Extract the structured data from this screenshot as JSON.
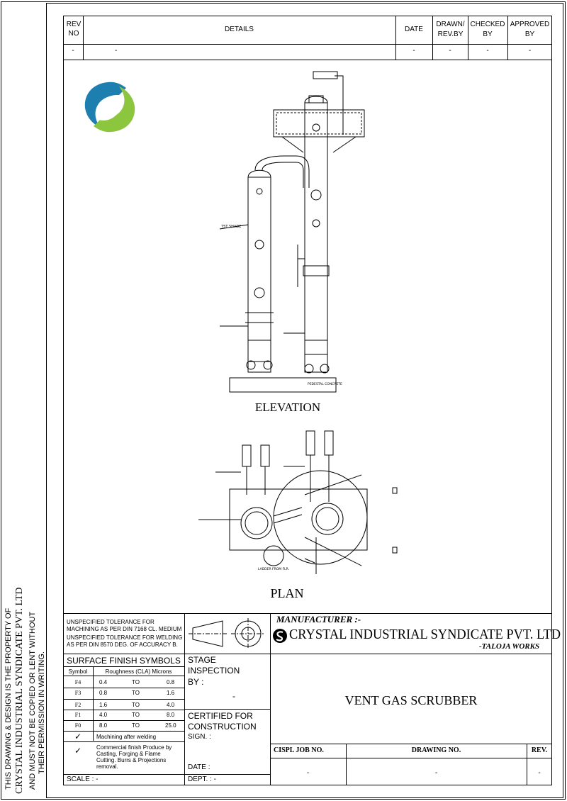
{
  "revision_table": {
    "headers": {
      "rev_no": "REV NO",
      "details": "DETAILS",
      "date": "DATE",
      "drawn": "DRAWN/ REV.BY",
      "checked": "CHECKED BY",
      "approved": "APPROVED BY"
    },
    "row": {
      "rev_no": "-",
      "details": "-",
      "date": "-",
      "drawn": "-",
      "checked": "-",
      "approved": "-"
    }
  },
  "views": {
    "elevation": "ELEVATION",
    "plan": "PLAN"
  },
  "elevation_labels": {
    "scale_note": "75T SHADE",
    "concrete": "PEDESTAL CONCRETE"
  },
  "plan_labels": {
    "ladder": "LADDER FROM FLR."
  },
  "side_note": {
    "line1": "THIS DRAWING & DESIGN IS THE PROPERTY OF",
    "line2": "CRYSTAL INDUSTRIAL SYNDICATE PVT. LTD",
    "line3": "AND MUST NOT BE COPIED OR LENT WITHOUT",
    "line4": "THEIR PERMISSION IN WRITING."
  },
  "tolerance": {
    "line1": "UNSPECIFIED TOLERANCE FOR",
    "line2": "MACHINING AS PER DIN 7168 CL. MEDIUM",
    "line3": "UNSPECIFIED TOLERANCE FOR WELDING",
    "line4": "AS PER DIN 8570 DEG. OF ACCURACY B."
  },
  "surface_finish": {
    "title": "SURFACE FINISH SYMBOLS",
    "col_symbol": "Symbol",
    "col_roughness": "Roughness (CLA) Microns",
    "rows": [
      {
        "sym": "F4",
        "from": "0.4",
        "to_word": "TO",
        "to": "0.8"
      },
      {
        "sym": "F3",
        "from": "0.8",
        "to_word": "TO",
        "to": "1.6"
      },
      {
        "sym": "F2",
        "from": "1.6",
        "to_word": "TO",
        "to": "4.0"
      },
      {
        "sym": "F1",
        "from": "4.0",
        "to_word": "TO",
        "to": "8.0"
      },
      {
        "sym": "F0",
        "from": "8.0",
        "to_word": "TO",
        "to": "25.0"
      }
    ],
    "machining": "Machining after welding",
    "commercial": "Commercial finish Produce by Casting, Forging & Flame Cutting. Burrs & Projections removal."
  },
  "stage": {
    "title1": "STAGE",
    "title2": "INSPECTION",
    "by": "BY :",
    "by_value": "-"
  },
  "certified": {
    "line1": "CERTIFIED FOR",
    "line2": "CONSTRUCTION",
    "sign": "SIGN. :",
    "date": "DATE :"
  },
  "scale": {
    "label": "SCALE : -"
  },
  "dept": {
    "label": "DEPT. : -"
  },
  "manufacturer": {
    "label": "MANUFACTURER :-",
    "company": "CRYSTAL INDUSTRIAL SYNDICATE PVT. LTD",
    "works": "-TALOJA WORKS"
  },
  "title": "VENT GAS SCRUBBER",
  "footer": {
    "job_label": "CISPL JOB NO.",
    "drawing_label": "DRAWING NO.",
    "rev_label": "REV.",
    "job_value": "-",
    "drawing_value": "-",
    "rev_value": "-"
  },
  "colors": {
    "logo_blue": "#1c7fb0",
    "logo_green": "#8cc63f"
  }
}
